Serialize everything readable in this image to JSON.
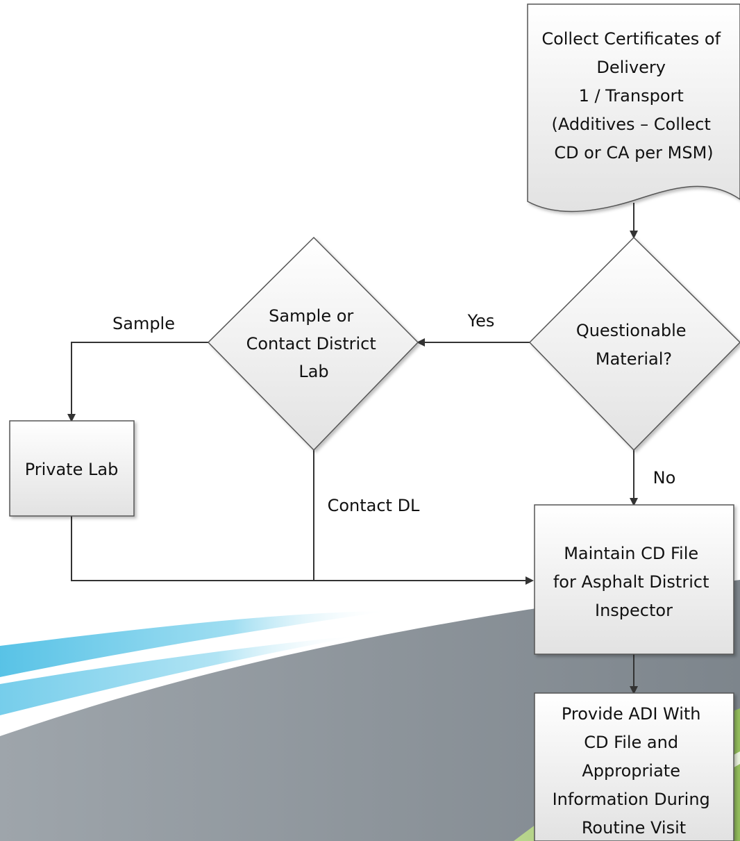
{
  "nodes": {
    "collect": {
      "lines": [
        "Collect Certificates of",
        "Delivery",
        "1 / Transport",
        "(Additives – Collect",
        "CD or CA per MSM)"
      ]
    },
    "questionable": {
      "lines": [
        "Questionable",
        "Material?"
      ]
    },
    "sample_or_contact": {
      "lines": [
        "Sample or",
        "Contact District",
        "Lab"
      ]
    },
    "private_lab": {
      "lines": [
        "Private Lab"
      ]
    },
    "maintain_cd": {
      "lines": [
        "Maintain CD File",
        "for Asphalt District",
        "Inspector"
      ]
    },
    "provide_adi": {
      "lines": [
        "Provide ADI With",
        "CD File and",
        "Appropriate",
        "Information During",
        "Routine Visit"
      ]
    }
  },
  "edge_labels": {
    "yes": "Yes",
    "no": "No",
    "sample": "Sample",
    "contact_dl": "Contact DL"
  },
  "colors": {
    "shape_fill_top": "#ffffff",
    "shape_fill_bottom": "#e4e4e4",
    "stroke": "#555555",
    "connector": "#333333",
    "swoosh_blue": "#4cc3e6",
    "swoosh_gray": "#8e959b",
    "swoosh_green": "#9cc16a"
  }
}
